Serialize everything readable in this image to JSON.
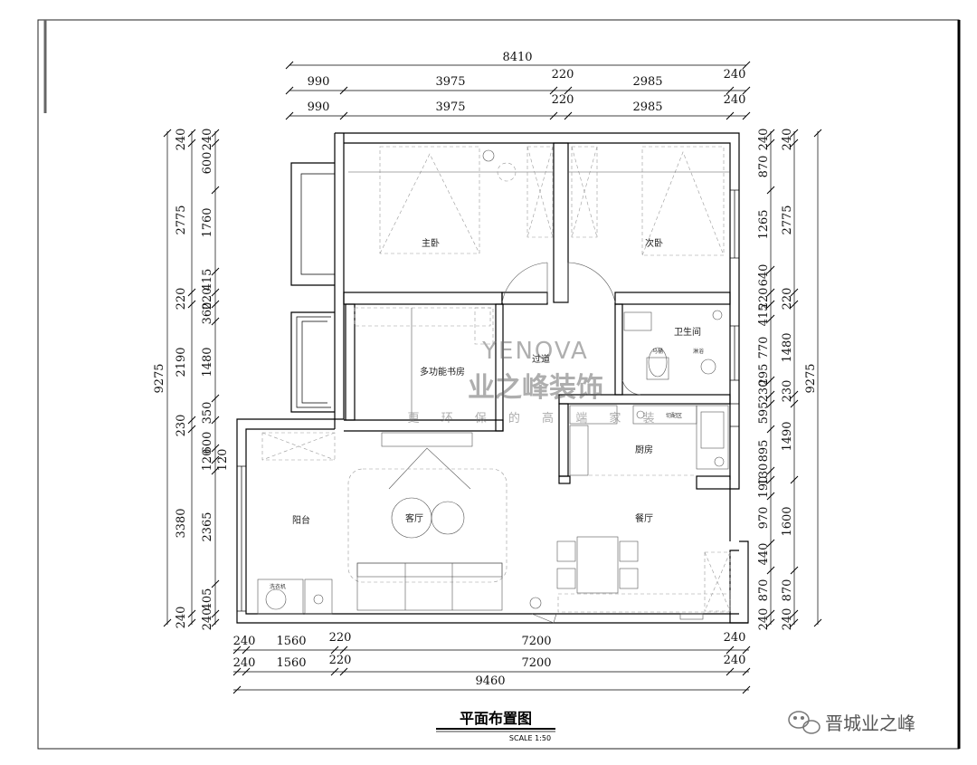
{
  "top_dims": {
    "total": "8410",
    "row1": [
      "990",
      "3975",
      "220",
      "2985",
      "240"
    ],
    "row2": [
      "990",
      "3975",
      "220",
      "2985",
      "240"
    ]
  },
  "bottom_dims": {
    "row1": [
      "240",
      "1560",
      "220",
      "7200",
      "240"
    ],
    "row2": [
      "240",
      "1560",
      "220",
      "7200",
      "240"
    ],
    "total": "9460"
  },
  "left_dims": {
    "outer": [
      "240",
      "2775",
      "220",
      "2190",
      "230",
      "3380",
      "240"
    ],
    "total": "9275",
    "inner": [
      "240",
      "600",
      "1760",
      "415",
      "220",
      "360",
      "1480",
      "350",
      "600",
      "120",
      "120",
      "2365",
      "405",
      "240"
    ]
  },
  "right_dims": {
    "inner": [
      "240",
      "870",
      "1265",
      "640",
      "220",
      "415",
      "770",
      "295",
      "230",
      "595",
      "895",
      "130",
      "190",
      "970",
      "440",
      "870",
      "240"
    ],
    "middle": [
      "240",
      "2775",
      "220",
      "1480",
      "230",
      "1490",
      "1600",
      "870",
      "240"
    ],
    "total": "9275"
  },
  "rooms": {
    "master_bedroom": "主卧",
    "second_bedroom": "次卧",
    "bathroom": "卫生间",
    "toilet": "马桶",
    "shower": "淋浴",
    "corridor": "过道",
    "study": "多功能书房",
    "kitchen": "厨房",
    "prep_area": "切配区",
    "living_room": "客厅",
    "dining_room": "餐厅",
    "balcony": "阳台",
    "washer": "洗衣机"
  },
  "watermark": {
    "en": "YENOVA",
    "cn": "业之峰装饰",
    "sub": "更 环 保 的 高 端 家 装"
  },
  "title": "平面布置图",
  "scale": "SCALE  1:50",
  "brand": "晋城业之峰",
  "colors": {
    "line": "#000000",
    "furniture": "#999999",
    "watermark": "#6f6f6f"
  }
}
